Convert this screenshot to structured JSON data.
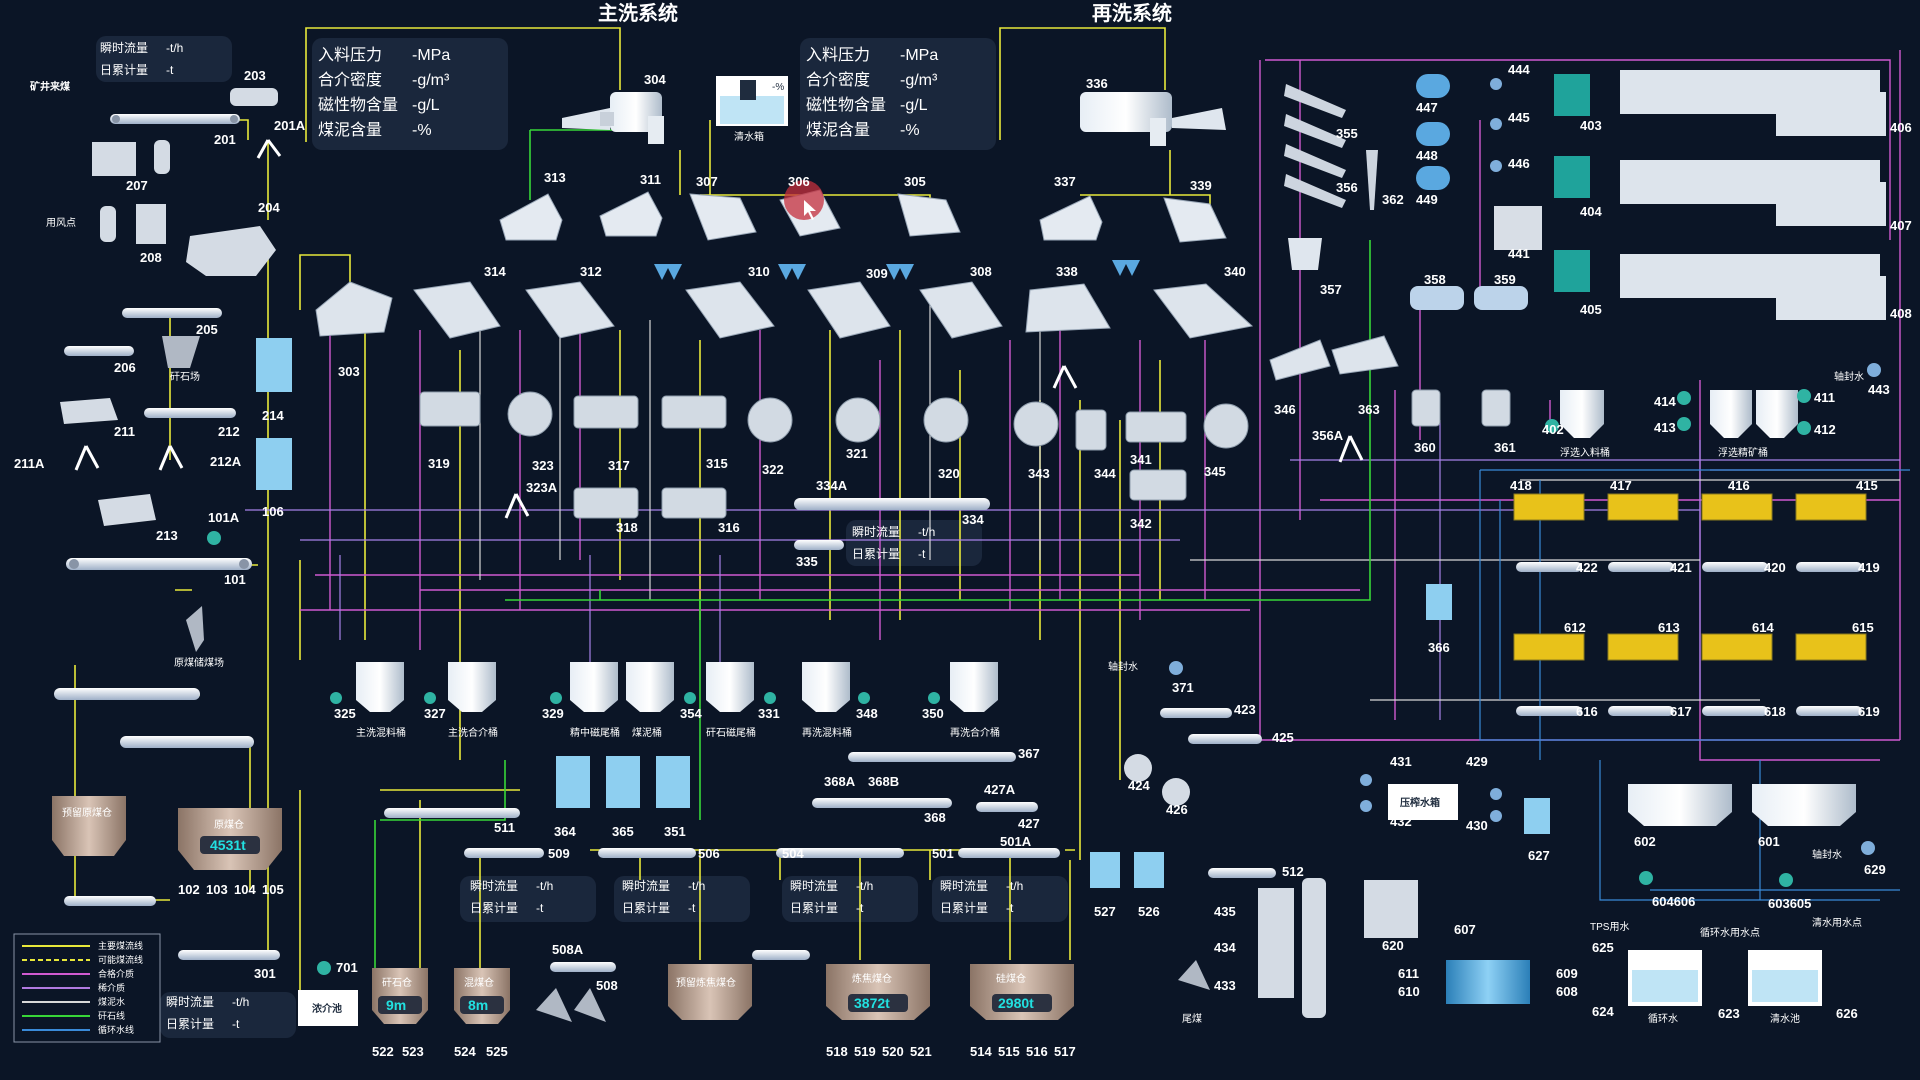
{
  "titles": {
    "main": "主洗系统",
    "rewash": "再洗系统"
  },
  "main_params": [
    {
      "name": "入料压力",
      "value": "-MPa"
    },
    {
      "name": "合介密度",
      "value": "-g/m³"
    },
    {
      "name": "磁性物含量",
      "value": "-g/L"
    },
    {
      "name": "煤泥含量",
      "value": "-%"
    }
  ],
  "rewash_params": [
    {
      "name": "入料压力",
      "value": "-MPa"
    },
    {
      "name": "合介密度",
      "value": "-g/m³"
    },
    {
      "name": "磁性物含量",
      "value": "-g/L"
    },
    {
      "name": "煤泥含量",
      "value": "-%"
    }
  ],
  "flow_panels": {
    "p201": {
      "rate_label": "瞬时流量",
      "rate": "-t/h",
      "total_label": "日累计量",
      "total": "-t"
    },
    "p334": {
      "rate_label": "瞬时流量",
      "rate": "-t/h",
      "total_label": "日累计量",
      "total": "-t"
    },
    "p509": {
      "rate_label": "瞬时流量",
      "rate": "-t/h",
      "total_label": "日累计量",
      "total": "-t"
    },
    "p506": {
      "rate_label": "瞬时流量",
      "rate": "-t/h",
      "total_label": "日累计量",
      "total": "-t"
    },
    "p504": {
      "rate_label": "瞬时流量",
      "rate": "-t/h",
      "total_label": "日累计量",
      "total": "-t"
    },
    "p501": {
      "rate_label": "瞬时流量",
      "rate": "-t/h",
      "total_label": "日累计量",
      "total": "-t"
    },
    "p301": {
      "rate_label": "瞬时流量",
      "rate": "-t/h",
      "total_label": "日累计量",
      "total": "-t"
    }
  },
  "texts": {
    "mine_coal": "矿井来煤",
    "clear_tank": "清水箱",
    "gas_point": "用风点",
    "gangue_yard": "矸石场",
    "raw_coal_yard": "原煤储煤场",
    "shaft_water": "轴封水",
    "filter_box": "压榨水箱",
    "flot_feed": "浮选入料桶",
    "flot_conc": "浮选精矿桶",
    "tailings": "尾煤",
    "pct": "-%",
    "tps_water": "TPS用水",
    "circ_water_point": "循环水用水点",
    "clear_water_point": "清水用水点",
    "circ_water": "循环水",
    "clear_pool": "清水池",
    "conc_pool": "浓介池"
  },
  "tanks": [
    {
      "id": "325",
      "name": "主洗混料桶"
    },
    {
      "id": "327",
      "name": "主洗合介桶"
    },
    {
      "id": "329",
      "name": "精中磁尾桶"
    },
    {
      "id": "",
      "name": "煤泥桶"
    },
    {
      "id": "354",
      "name": "矸石磁尾桶"
    },
    {
      "id": "348",
      "name": "再洗混料桶"
    },
    {
      "id": "350",
      "name": "再洗合介桶"
    }
  ],
  "bins": [
    {
      "name": "预留原煤仓",
      "value": ""
    },
    {
      "name": "原煤仓",
      "value": "4531t"
    },
    {
      "name": "矸石仓",
      "value": "9m"
    },
    {
      "name": "混煤仓",
      "value": "8m"
    },
    {
      "name": "预留炼焦煤仓",
      "value": ""
    },
    {
      "name": "炼焦煤仓",
      "value": "3872t"
    },
    {
      "name": "硅煤仓",
      "value": "2980t"
    }
  ],
  "legend": [
    "主要煤流线",
    "可能煤流线",
    "合格介质",
    "稀介质",
    "煤泥水",
    "矸石线",
    "循环水线"
  ],
  "legend_colors": [
    "#e8e83a",
    "#e8e83a",
    "#d05ad0",
    "#b07adf",
    "#d8d8d8",
    "#38d638",
    "#3a8ad8"
  ],
  "colors": {
    "bg": "#0b1526",
    "coal": "#e8e83a",
    "medium": "#d05ad0",
    "water": "#3a8ad8",
    "gangue": "#38d638",
    "readout": "#22e0e0"
  }
}
